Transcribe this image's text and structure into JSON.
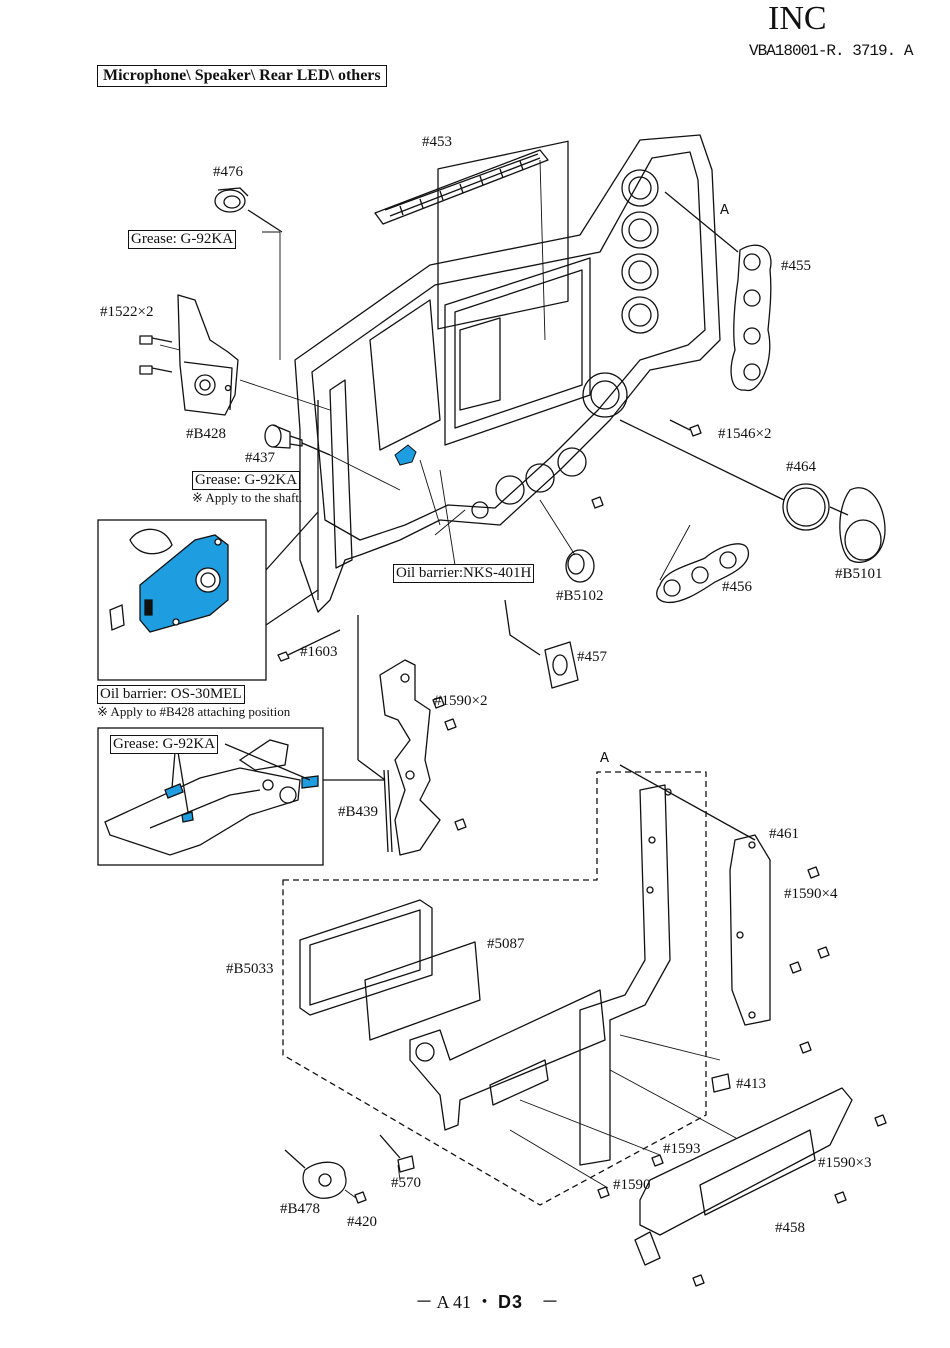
{
  "header": {
    "brand": "INC",
    "doc_number": "VBA18001-R. 3719. A",
    "section_title": "Microphone\\ Speaker\\ Rear LED\\ others"
  },
  "callouts": {
    "p453": "#453",
    "p476": "#476",
    "grease1": "Grease: G-92KA",
    "pA_top": "A",
    "p455": "#455",
    "p1522": "#1522×2",
    "pB428": "#B428",
    "p437": "#437",
    "grease2": "Grease: G-92KA",
    "shaft_note": "※ Apply to the shaft.",
    "p1546": "#1546×2",
    "p464": "#464",
    "oil_nks": "Oil barrier:NKS-401H",
    "pB5102": "#B5102",
    "p456": "#456",
    "pB5101": "#B5101",
    "p1603": "#1603",
    "p457": "#457",
    "oil_os": "Oil barrier:  OS-30MEL",
    "b428_note": "※ Apply to #B428 attaching position",
    "p1590x2": "#1590×2",
    "grease3": "Grease: G-92KA",
    "pA_bottom": "A",
    "pB439": "#B439",
    "p461": "#461",
    "p1590x4": "#1590×4",
    "p5087": "#5087",
    "pB5033": "#B5033",
    "p413": "#413",
    "p1593": "#1593",
    "p1590x3": "#1590×3",
    "p1590": "#1590",
    "p570": "#570",
    "pB478": "#B478",
    "p420": "#420",
    "p458": "#458"
  },
  "footer": {
    "dash_left": "－",
    "page": "A 41",
    "dot": "・",
    "model": "D3",
    "dash_right": "－"
  },
  "colors": {
    "line": "#111111",
    "highlight_blue": "#1e9ee0"
  }
}
